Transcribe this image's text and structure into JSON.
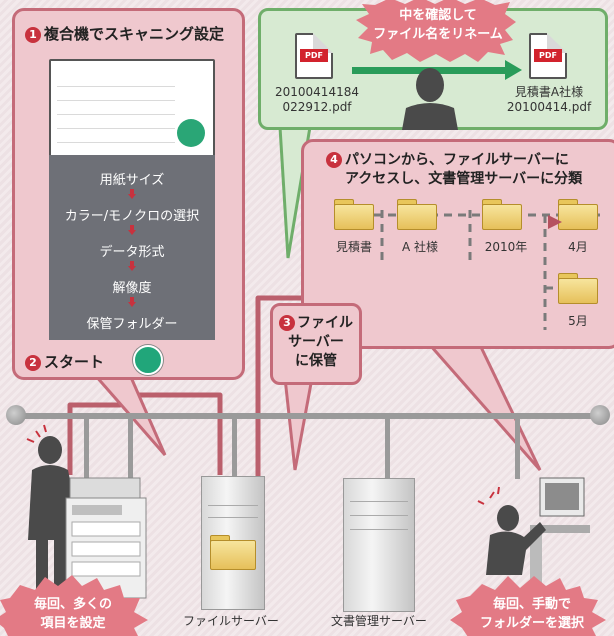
{
  "panel1": {
    "number": "1",
    "title": "複合機でスキャニング設定",
    "steps": [
      "用紙サイズ",
      "カラー/モノクロの選択",
      "データ形式",
      "解像度",
      "保管フォルダー"
    ],
    "start_number": "2",
    "start_label": "スタート"
  },
  "top_panel": {
    "pdf_tag": "PDF",
    "file_before": [
      "20100414184",
      "022912.pdf"
    ],
    "file_after": [
      "見積書A社様",
      "20100414.pdf"
    ],
    "callout": [
      "中を確認して",
      "ファイル名をリネーム"
    ]
  },
  "panel4": {
    "number": "4",
    "title_line1": "パソコンから、ファイルサーバーに",
    "title_line2": "アクセスし、文書管理サーバーに分類",
    "folders": [
      "見積書",
      "A 社様",
      "2010年",
      "4月",
      "5月"
    ]
  },
  "panel3": {
    "number": "3",
    "lines": [
      "ファイル",
      "サーバー",
      "に保管"
    ]
  },
  "bottom": {
    "file_server_label": "ファイルサーバー",
    "doc_server_label": "文書管理サーバー",
    "burst_left": [
      "毎回、多くの",
      "項目を設定"
    ],
    "burst_right": [
      "毎回、手動で",
      "フォルダーを選択"
    ]
  },
  "colors": {
    "pink_panel": "#efc8ce",
    "pink_border": "#c46b79",
    "accent_red": "#c8323e",
    "burst": "#e37a85",
    "green_panel": "#d7ead2",
    "arrow_green": "#2a9c5a",
    "path": "#b5515f"
  }
}
